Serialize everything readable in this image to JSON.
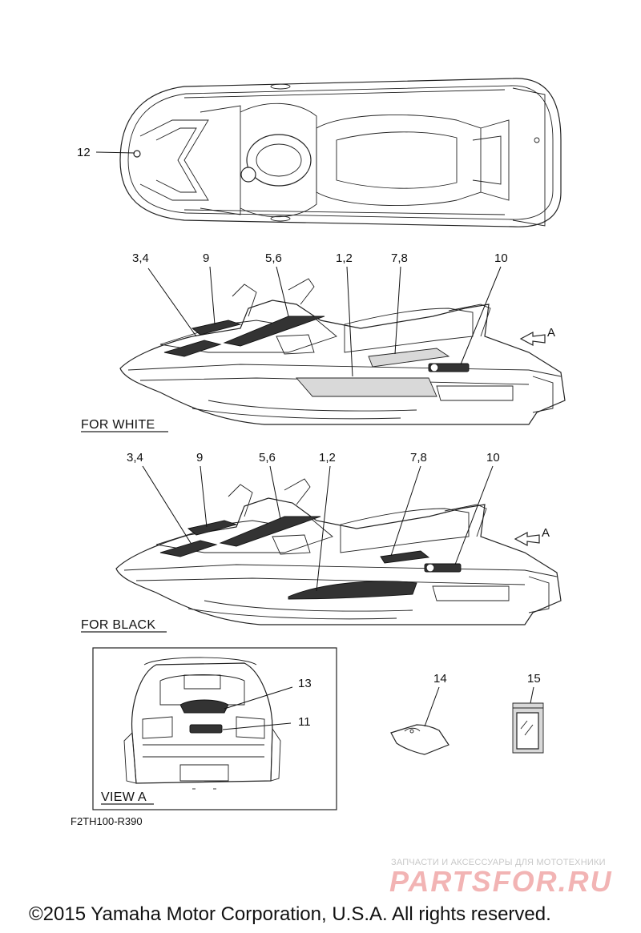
{
  "callouts": {
    "c12": "12",
    "white_34": "3,4",
    "white_9": "9",
    "white_56": "5,6",
    "white_12": "1,2",
    "white_78": "7,8",
    "white_10": "10",
    "white_a": "A",
    "black_34": "3,4",
    "black_9": "9",
    "black_56": "5,6",
    "black_12": "1,2",
    "black_78": "7,8",
    "black_10": "10",
    "black_a": "A",
    "view_13": "13",
    "view_11": "11",
    "item_14": "14",
    "item_15": "15"
  },
  "captions": {
    "for_white": "FOR WHITE",
    "for_black": "FOR BLACK",
    "view_a": "VIEW A"
  },
  "diagram_code": "F2TH100-R390",
  "watermark": {
    "tagline": "ЗАПЧАСТИ И АКСЕССУАРЫ ДЛЯ МОТОТЕХНИКИ",
    "brand": "PARTSFOR.RU"
  },
  "copyright": "©2015 Yamaha Motor Corporation, U.S.A. All rights reserved."
}
